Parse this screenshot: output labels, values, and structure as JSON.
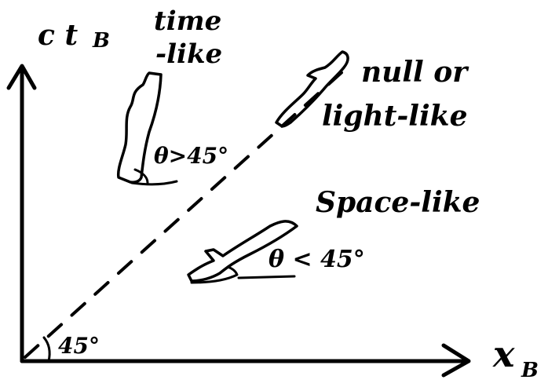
{
  "axes": {
    "y_label": "c t",
    "y_label_sub": "B",
    "x_label": "x",
    "x_label_sub": "B",
    "origin_angle": "45°"
  },
  "regions": {
    "time_like": {
      "line1": "time",
      "line2": "-like",
      "angle": "θ>45°"
    },
    "null": {
      "line1": "null or",
      "line2": "light-like"
    },
    "space_like": {
      "label": "Space-like",
      "angle": "θ < 45°"
    }
  },
  "colors": {
    "ink": "#000000",
    "paper": "#ffffff"
  }
}
